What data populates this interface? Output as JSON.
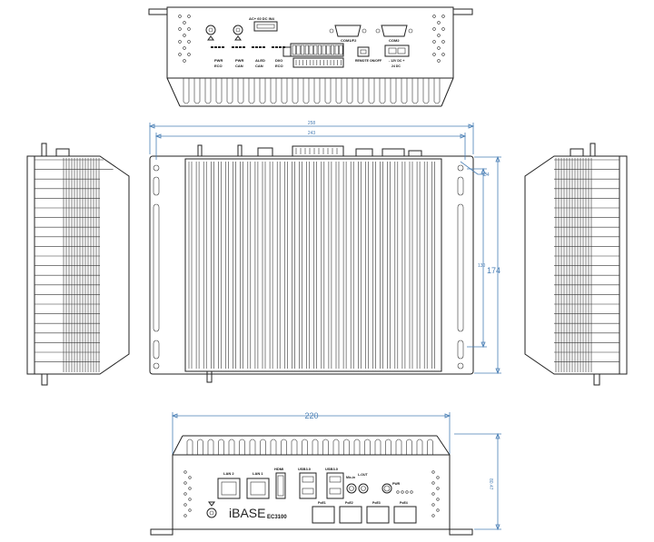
{
  "dimensions": {
    "width_outer": "258",
    "width_inner": "243",
    "height_inner": "130",
    "height_outer": "174",
    "hole": "Ø4",
    "front_width": "220",
    "front_height": "80.47"
  },
  "top_labels": {
    "power_input": "AC+ 60 DC IN4",
    "com1": "COM1/F2",
    "com2": "COM2",
    "led1_a": "PWR",
    "led1_b": "ECO",
    "led2_a": "PWR",
    "led2_b": "CAN",
    "led3_a": "ALED",
    "led3_b": "CAN",
    "led4_a": "DI/O",
    "led4_b": "ECO",
    "remote": "REMOTE ON/OFF",
    "dc_in": "- 12V DC +",
    "dc_in2": "24 DC"
  },
  "front_labels": {
    "lan2": "LAN 2",
    "lan1": "LAN 1",
    "hdmi": "HDMI",
    "usb1": "USB3.0",
    "usb2": "USB3.0",
    "mic": "Mic-in",
    "lineout": "L-OUT",
    "pwr": "PWR",
    "sim1": "PoE1",
    "sim2": "PoE2",
    "sim3": "PoE3",
    "sim4": "PoE4",
    "brand": "iBASE",
    "model": "EC3100"
  }
}
